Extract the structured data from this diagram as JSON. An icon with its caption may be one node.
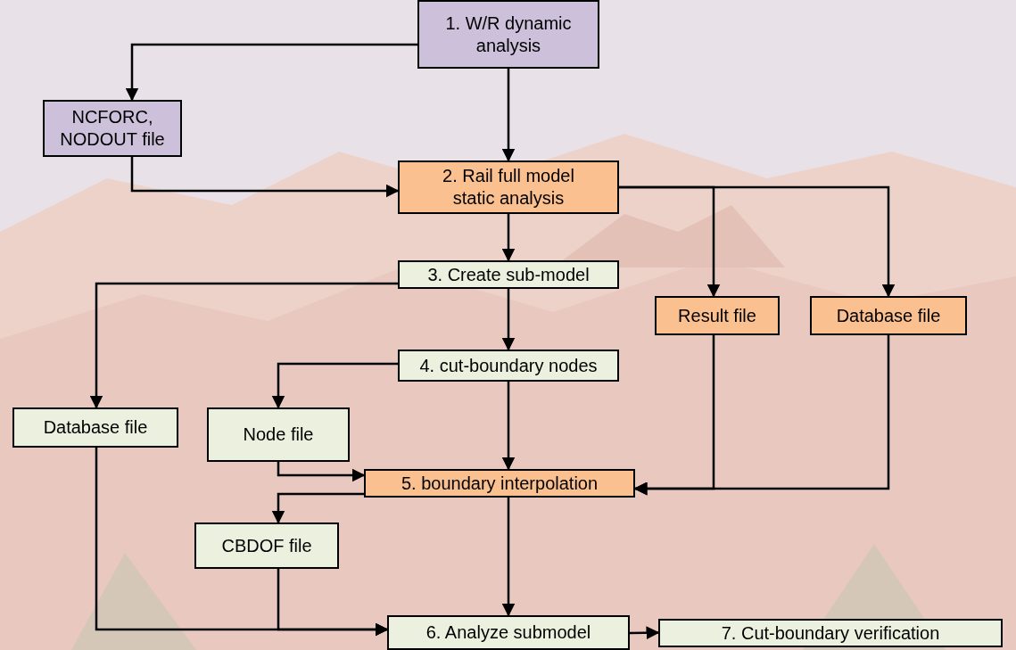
{
  "diagram": {
    "nodes": [
      {
        "text": [
          "1. W/R dynamic analysis"
        ]
      },
      {
        "text": [
          "NCFORC, NODOUT file"
        ]
      },
      {
        "text": [
          "2. Rail full model static analysis"
        ]
      },
      {
        "text": [
          "3. Create sub-model"
        ]
      },
      {
        "text": [
          "Result file"
        ]
      },
      {
        "text": [
          "Database file"
        ]
      },
      {
        "text": [
          "4. cut-boundary nodes"
        ]
      },
      {
        "text": [
          "Database file"
        ]
      },
      {
        "text": [
          "Node file"
        ]
      },
      {
        "text": [
          "5. boundary interpolation"
        ]
      },
      {
        "text": [
          "CBDOF file"
        ]
      },
      {
        "text": [
          "6. Analyze submodel"
        ]
      },
      {
        "text": [
          "7. Cut-boundary verification"
        ]
      }
    ],
    "edges": [
      {
        "from": 0,
        "to": 1,
        "arrow": "to"
      },
      {
        "from": 0,
        "to": 2,
        "arrow": "to"
      },
      {
        "from": 1,
        "to": 2,
        "arrow": "to"
      },
      {
        "from": 2,
        "to": 4,
        "arrow": "to"
      },
      {
        "from": 2,
        "to": 5,
        "arrow": "to"
      },
      {
        "from": 2,
        "to": 3,
        "arrow": "to"
      },
      {
        "from": 3,
        "to": 7,
        "arrow": "to"
      },
      {
        "from": 3,
        "to": 6,
        "arrow": "to"
      },
      {
        "from": 6,
        "to": 8,
        "arrow": "to"
      },
      {
        "from": 6,
        "to": 9,
        "arrow": "to"
      },
      {
        "from": 8,
        "to": 9,
        "arrow": "to"
      },
      {
        "from": 4,
        "to": 9,
        "arrow": "to"
      },
      {
        "from": 5,
        "to": 9,
        "arrow": "to"
      },
      {
        "from": 9,
        "to": 10,
        "arrow": "to"
      },
      {
        "from": 9,
        "to": 11,
        "arrow": "to"
      },
      {
        "from": 10,
        "to": 11,
        "arrow": "to"
      },
      {
        "from": 7,
        "to": 11,
        "arrow": "to"
      },
      {
        "from": 11,
        "to": 12,
        "arrow": "to"
      }
    ]
  }
}
